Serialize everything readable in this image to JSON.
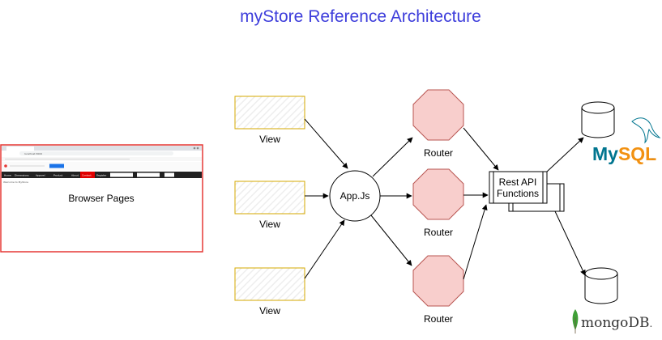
{
  "title": "myStore Reference Architecture",
  "browser": {
    "label": "Browser Pages",
    "address": "localhost:3000",
    "nav_items": [
      "Home",
      "Dimensions",
      "Apparel",
      "Product",
      "About",
      "Contact",
      "Register"
    ],
    "welcome": "Welcome to MyStore"
  },
  "views": [
    {
      "label": "View"
    },
    {
      "label": "View"
    },
    {
      "label": "View"
    }
  ],
  "app": {
    "label": "App.Js"
  },
  "routers": [
    {
      "label": "Router"
    },
    {
      "label": "Router"
    },
    {
      "label": "Router"
    }
  ],
  "rest": {
    "line1": "Rest API",
    "line2": "Functions"
  },
  "databases": {
    "mysql": {
      "logo_text": "MySQL"
    },
    "mongodb": {
      "logo_text": "mongoDB."
    }
  },
  "colors": {
    "title": "#3d3ddb",
    "view_border": "#d6a800",
    "router_fill": "#f8cecc",
    "router_stroke": "#b85450",
    "browser_border": "#e53935",
    "mysql_blue": "#00758f",
    "mysql_orange": "#f29111",
    "mongo_green": "#3fa037"
  }
}
